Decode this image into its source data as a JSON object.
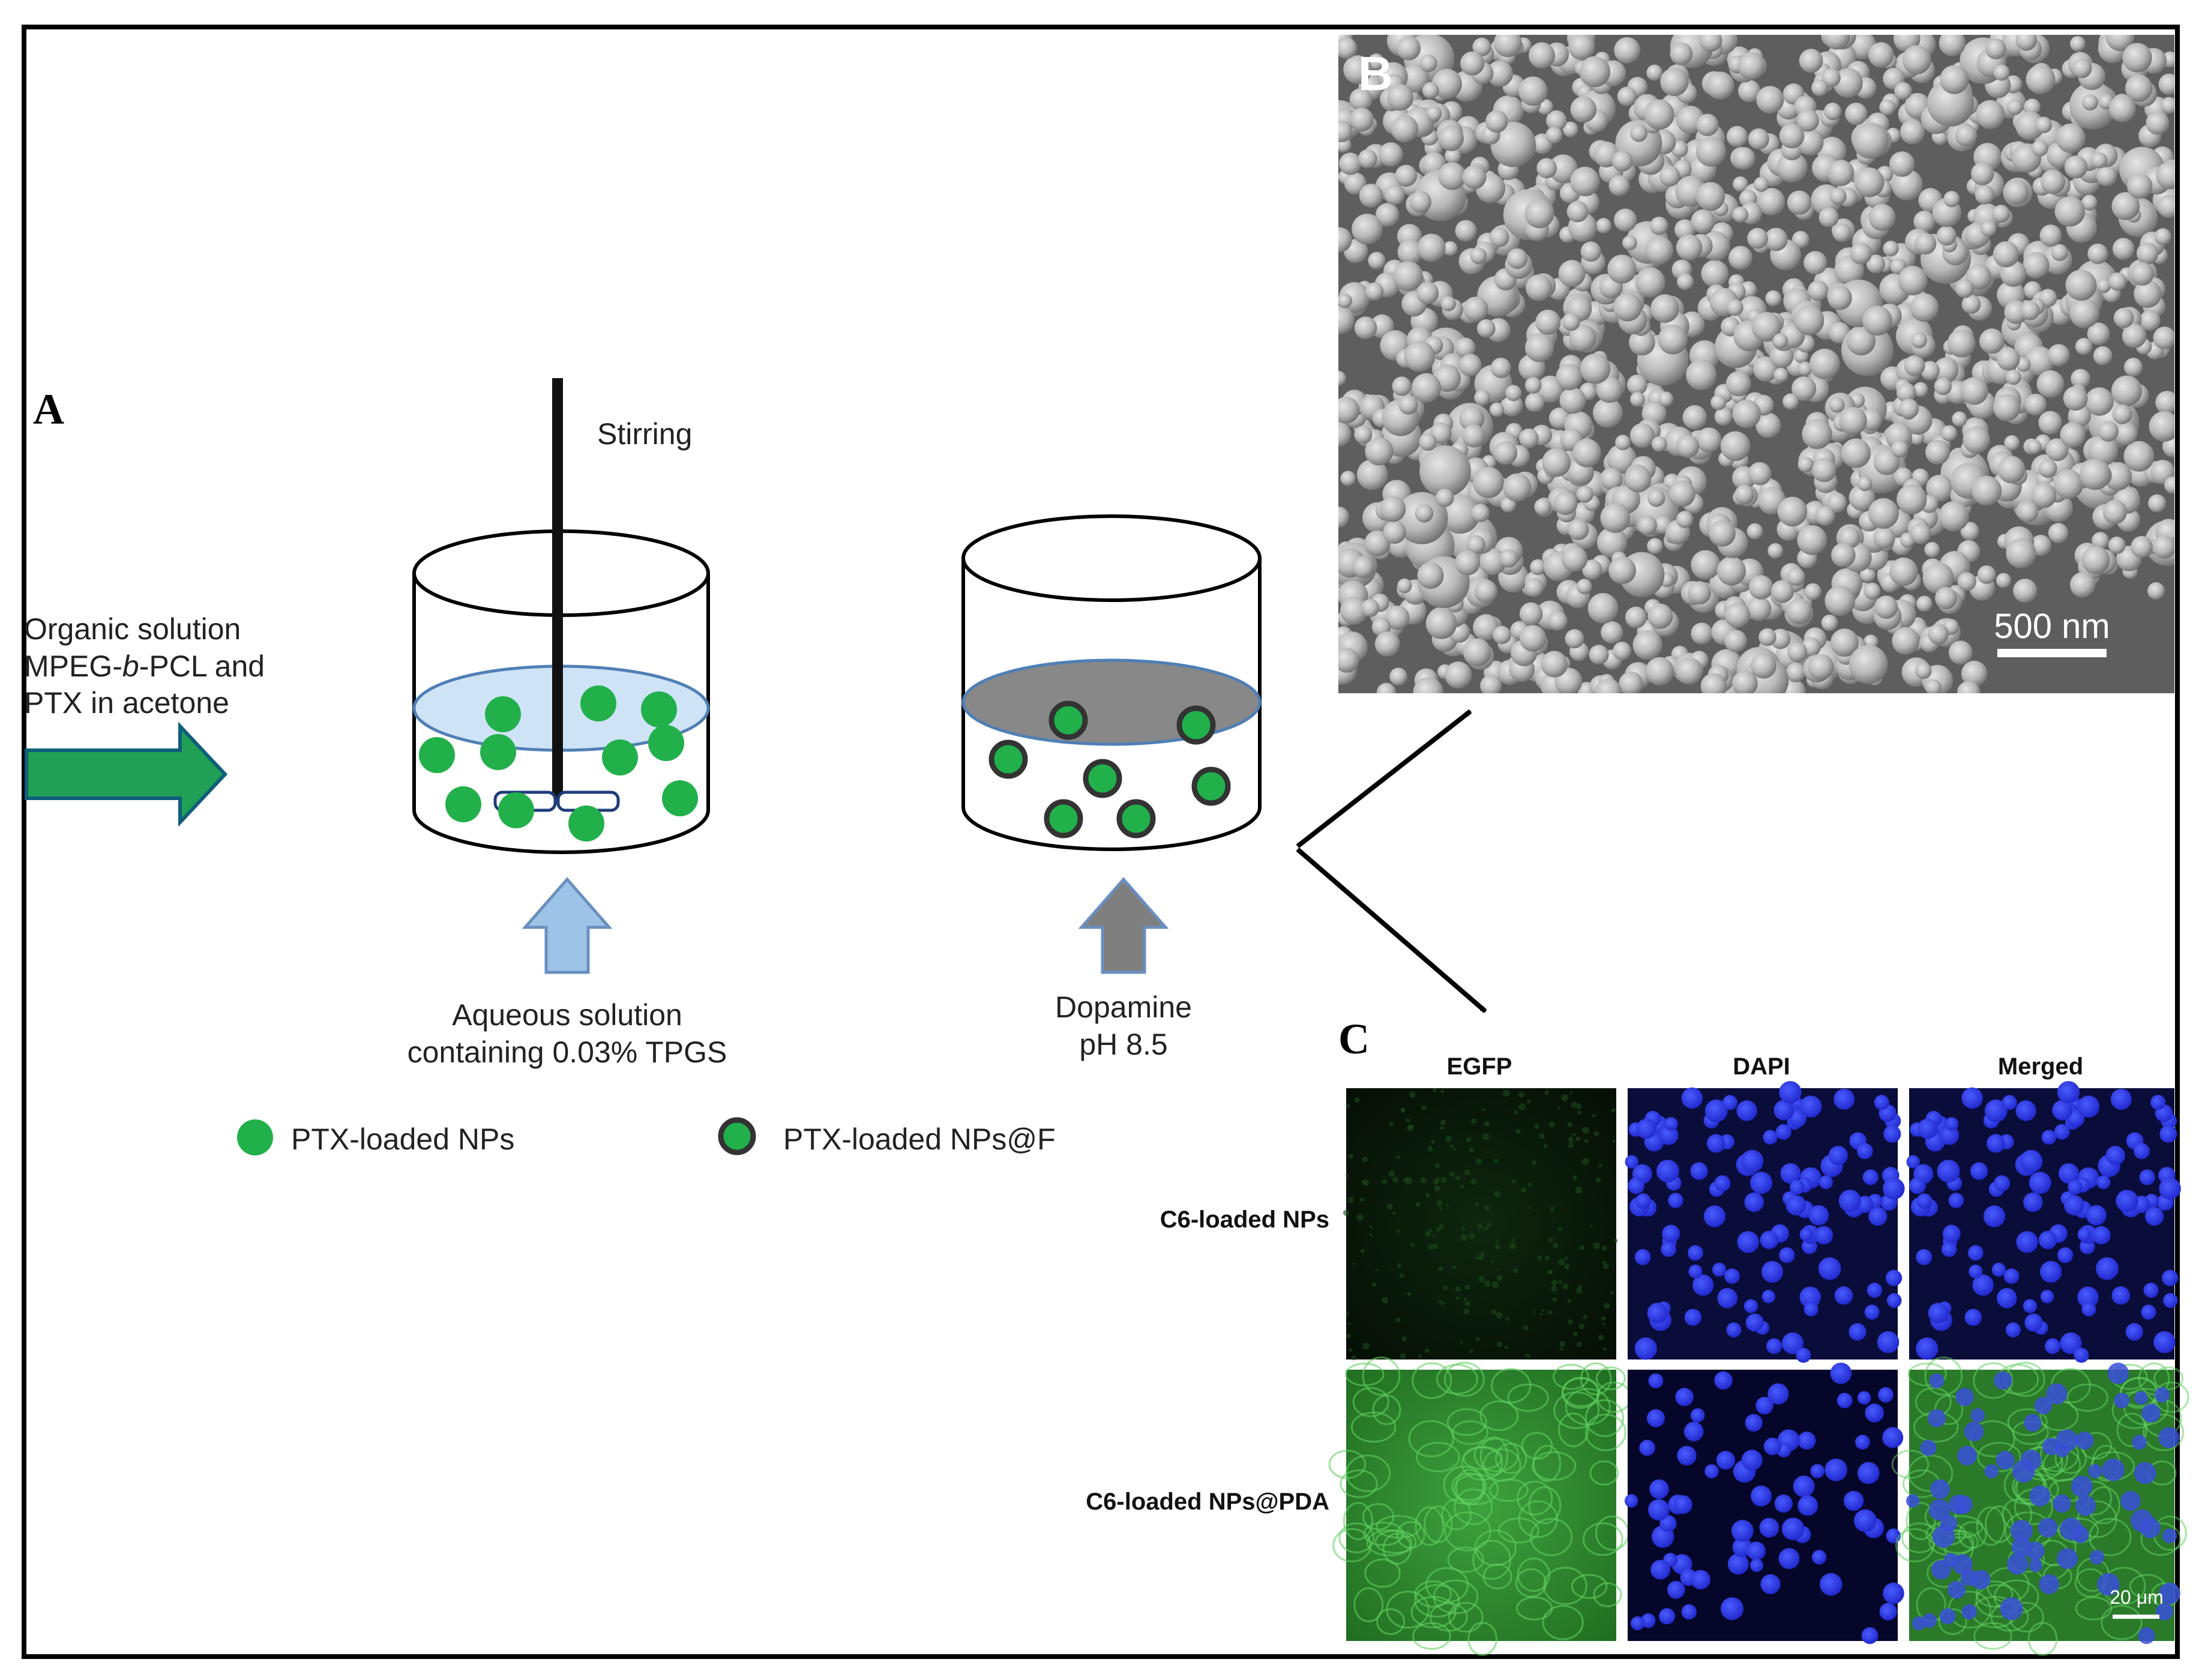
{
  "panel_a": {
    "label": "A",
    "stirring_label": "Stirring",
    "organic_solution": {
      "line1": "Organic solution",
      "line2_prefix": "MPEG-",
      "line2_italic": "b",
      "line2_suffix": "-PCL and",
      "line3": "PTX in acetone"
    },
    "aqueous_solution": {
      "line1": "Aqueous solution",
      "line2": "containing 0.03% TPGS"
    },
    "dopamine": {
      "line1": "Dopamine",
      "line2": "pH 8.5"
    },
    "legend": {
      "item1": "PTX-loaded NPs",
      "item2": "PTX-loaded NPs@F"
    }
  },
  "panel_b": {
    "label": "B",
    "scale_bar_label": "500 nm"
  },
  "panel_c": {
    "label": "C",
    "columns": [
      "EGFP",
      "DAPI",
      "Merged"
    ],
    "rows": [
      "C6-loaded NPs",
      "C6-loaded NPs@PDA"
    ],
    "scale_bar_label": "20 μm"
  },
  "colors": {
    "green_particle": "#22b04b",
    "green_arrow": "#1fa055",
    "blue_liquid": "#cfe3f6",
    "gray_liquid": "#888888",
    "blue_arrow": "#9dc3e6",
    "gray_arrow": "#7f7f7f",
    "sem_background": "#6e6e6e",
    "dapi_blue": "#1c24c8",
    "egfp_green": "#2a8a2a"
  }
}
